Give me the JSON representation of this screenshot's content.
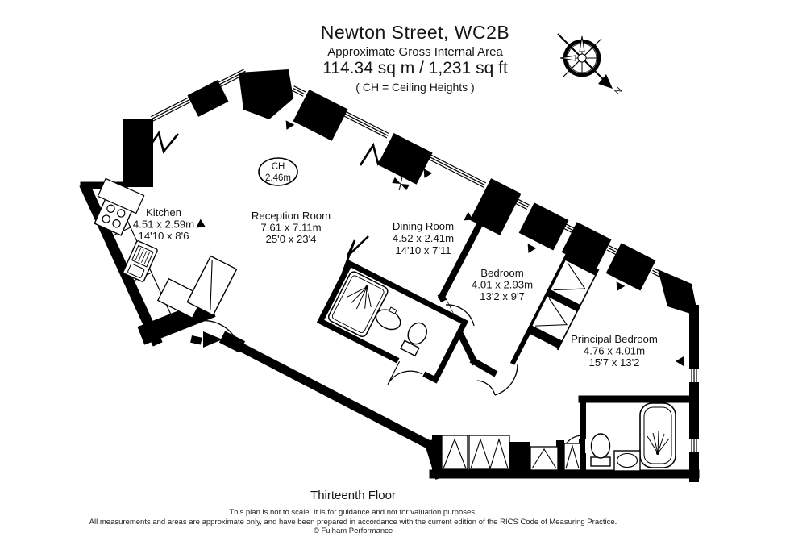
{
  "header": {
    "title": "Newton Street, WC2B",
    "subtitle": "Approximate Gross Internal Area",
    "area": "114.34 sq m  /  1,231 sq ft",
    "ch_note": "( CH = Ceiling Heights )"
  },
  "compass": {
    "label": "N"
  },
  "ceiling_height": {
    "line1": "CH",
    "line2": "2.46m"
  },
  "rooms": [
    {
      "name": "Kitchen",
      "metric": "4.51 x 2.59m",
      "imperial": "14'10 x 8'6"
    },
    {
      "name": "Reception Room",
      "metric": "7.61 x 7.11m",
      "imperial": "25'0 x 23'4"
    },
    {
      "name": "Dining Room",
      "metric": "4.52 x 2.41m",
      "imperial": "14'10 x 7'11"
    },
    {
      "name": "Bedroom",
      "metric": "4.01 x 2.93m",
      "imperial": "13'2 x 9'7"
    },
    {
      "name": "Principal Bedroom",
      "metric": "4.76 x 4.01m",
      "imperial": "15'7 x 13'2"
    }
  ],
  "floor_label": "Thirteenth Floor",
  "disclaimer": {
    "line1": "This plan is not to scale. It is for guidance and not for valuation purposes.",
    "line2": "All measurements and areas are approximate only, and have been prepared in accordance with the current edition of the RICS Code of Measuring Practice.",
    "line3": "© Fulham Performance"
  },
  "colors": {
    "ink": "#000000",
    "paper": "#ffffff"
  }
}
